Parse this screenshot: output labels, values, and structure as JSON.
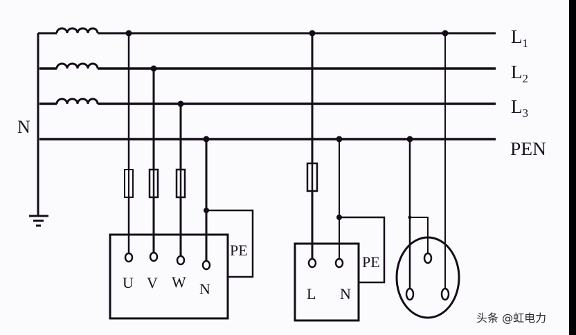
{
  "diagram": {
    "type": "TN-C system wiring diagram",
    "source_label": "N",
    "buses": [
      {
        "id": "L1",
        "label": "L",
        "sub": "1",
        "has_coil": true
      },
      {
        "id": "L2",
        "label": "L",
        "sub": "2",
        "has_coil": true
      },
      {
        "id": "L3",
        "label": "L",
        "sub": "3",
        "has_coil": true
      },
      {
        "id": "PEN",
        "label": "PEN",
        "sub": "",
        "has_coil": false
      }
    ],
    "three_phase_load": {
      "terminals": [
        "U",
        "V",
        "W",
        "N"
      ],
      "pe_label": "PE"
    },
    "single_phase_load": {
      "terminals": [
        "L",
        "N"
      ],
      "pe_label": "PE"
    },
    "socket": {
      "pins": 3
    },
    "ground_symbol": "earth-ground"
  },
  "colors": {
    "line": "#140c18",
    "background": "#fbfbfd",
    "frame": "#000000"
  },
  "watermark": "头条 @虹电力"
}
